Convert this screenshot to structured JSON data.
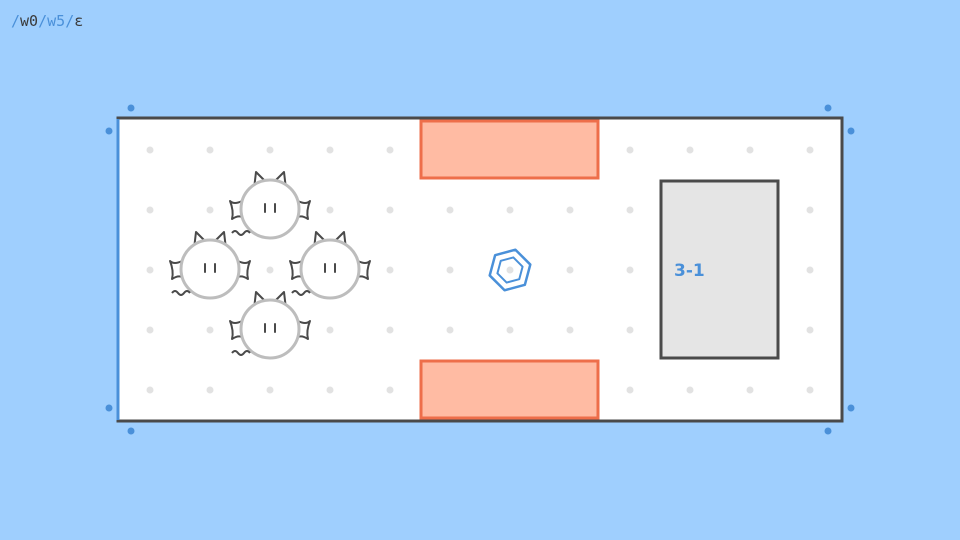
{
  "breadcrumb": {
    "sep1": "/",
    "world": "w0",
    "sep2": "/",
    "level": "w5",
    "sep3": "/",
    "mode": "ε"
  },
  "room": {
    "exit_label": "3-1"
  },
  "colors": {
    "background": "#9fcffe",
    "floor": "#ffffff",
    "wall": "#4a4a4a",
    "accent_blue": "#4a90d9",
    "hazard_fill": "#ffbba3",
    "hazard_stroke": "#ee6e4a",
    "exit_fill": "#e5e5e5"
  },
  "icons": {
    "player": "hexagon-player-icon",
    "enemy": "horned-cat-creature-icon"
  }
}
